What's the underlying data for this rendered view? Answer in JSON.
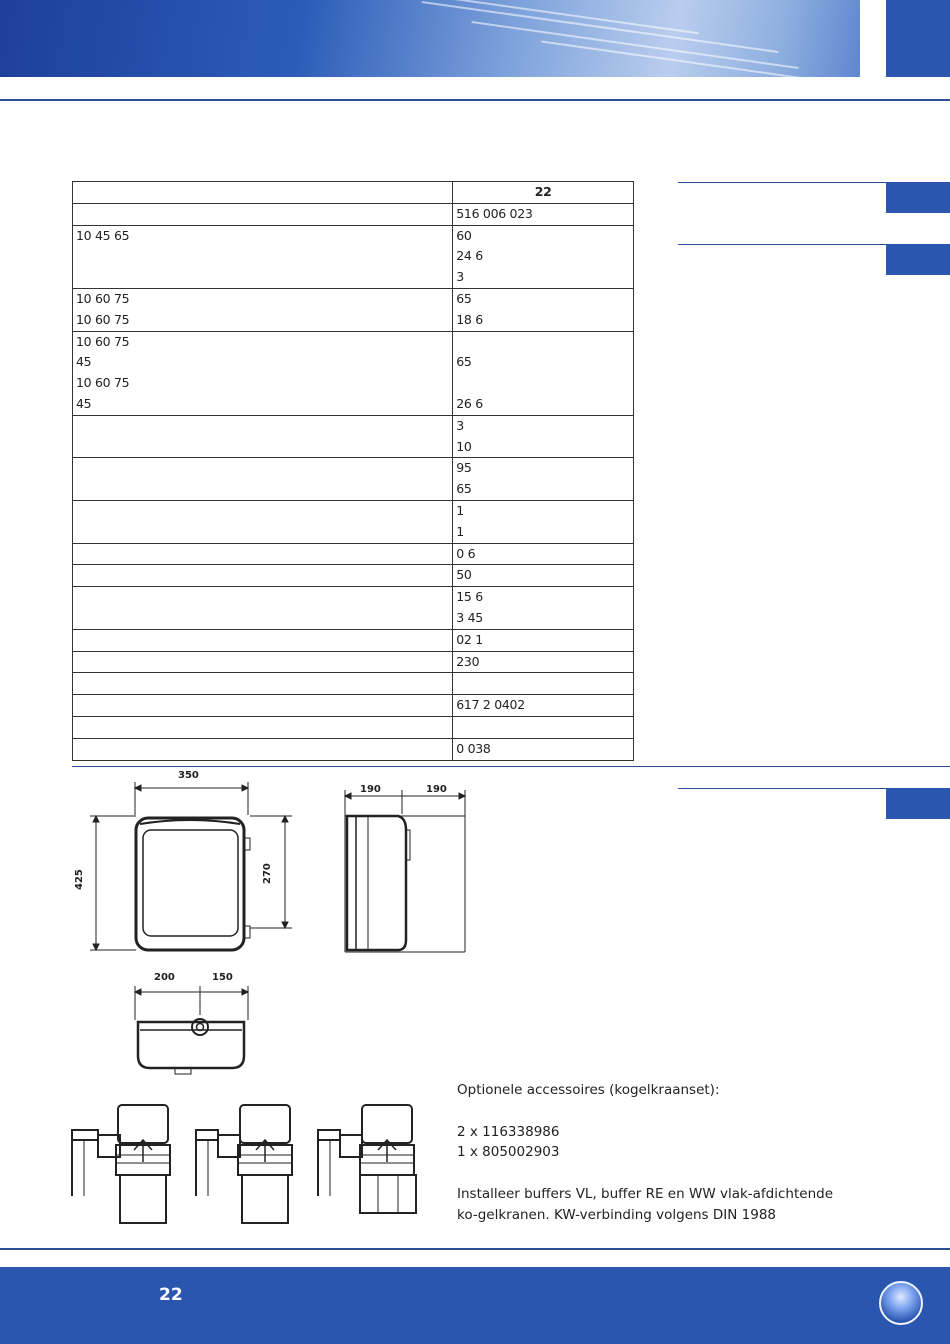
{
  "page": {
    "number": "22"
  },
  "table": {
    "header": {
      "left": "",
      "right": "22"
    },
    "rows": [
      {
        "left": [
          ""
        ],
        "right": [
          "516 006 023"
        ]
      },
      {
        "left": [
          "10 45   65"
        ],
        "right": [
          "60",
          "24 6",
          "3"
        ]
      },
      {
        "left": [
          "10 60   75",
          "10 60   75"
        ],
        "right": [
          "65",
          "18 6"
        ]
      },
      {
        "left": [
          "10 60   75",
          "45",
          "10 60   75",
          "45"
        ],
        "right": [
          "",
          "65",
          "",
          "26 6"
        ]
      },
      {
        "left": [
          "",
          ""
        ],
        "right": [
          "3",
          "10"
        ]
      },
      {
        "left": [
          "",
          ""
        ],
        "right": [
          "95",
          "65"
        ]
      },
      {
        "left": [
          "",
          ""
        ],
        "right": [
          "1",
          "1"
        ]
      },
      {
        "left": [
          ""
        ],
        "right": [
          "0 6"
        ]
      },
      {
        "left": [
          ""
        ],
        "right": [
          "50"
        ]
      },
      {
        "left": [
          "",
          ""
        ],
        "right": [
          "15  6",
          "3 45"
        ]
      },
      {
        "left": [
          ""
        ],
        "right": [
          "02      1"
        ]
      },
      {
        "left": [
          ""
        ],
        "right": [
          "230"
        ]
      },
      {
        "left": [
          ""
        ],
        "right": [
          ""
        ]
      },
      {
        "left": [
          ""
        ],
        "right": [
          "617      2 0402"
        ]
      },
      {
        "left": [
          ""
        ],
        "right": [
          ""
        ]
      },
      {
        "left": [
          ""
        ],
        "right": [
          "0 038"
        ]
      }
    ]
  },
  "drawings": {
    "front": {
      "width": "350",
      "height": "425",
      "mount": "270"
    },
    "side": {
      "left": "190",
      "right": "190"
    },
    "bottom": {
      "left": "200",
      "right": "150"
    }
  },
  "optional": {
    "title": "Optionele accessoires (kogelkraanset):",
    "item1": "2 x 116338986",
    "item2": "1 x 805002903",
    "note": "Installeer buffers VL, buffer RE en WW vlak-afdichtende ko-gelkranen. KW-verbinding volgens DIN 1988"
  },
  "colors": {
    "brand": "#2a56b0",
    "rule": "#2a4f94"
  }
}
